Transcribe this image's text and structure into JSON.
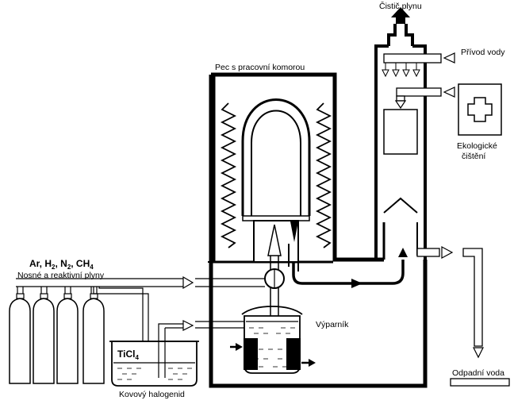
{
  "labels": {
    "gas_cleaner": "Čistič plynu",
    "water_inlet": "Přívod vody",
    "furnace": "Pec s pracovní komorou",
    "ecological_line1": "Ekologické",
    "ecological_line2": "čištění",
    "gases_formula": {
      "ar": "Ar, H",
      "h_sub": "2",
      "n": ", N",
      "n_sub": "2",
      "ch": ", CH",
      "ch_sub": "4"
    },
    "carrier_gases": "Nosné a reaktivní plyny",
    "ticl4": {
      "main": "TiCl",
      "sub": "4"
    },
    "metal_halide": "Kovový halogenid",
    "evaporator": "Výparník",
    "waste_water": "Odpadní voda"
  }
}
